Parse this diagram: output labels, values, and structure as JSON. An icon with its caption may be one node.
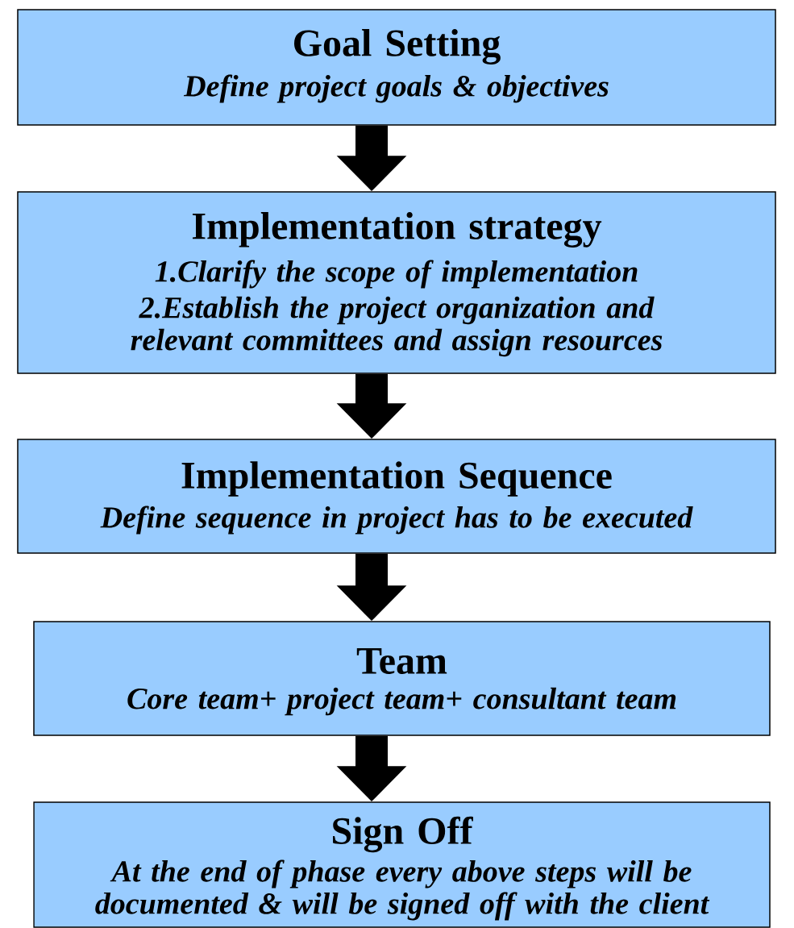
{
  "diagram": {
    "nodes": [
      {
        "text": [
          "Goal Setting",
          "Define project goals & objectives"
        ]
      },
      {
        "text": [
          "Implementation strategy",
          "1.Clarify the scope of implementation",
          "2.Establish the project organization and relevant committees and assign resources"
        ]
      },
      {
        "text": [
          "Implementation Sequence",
          "Define sequence in project has to be executed"
        ]
      },
      {
        "text": [
          "Team",
          "Core team+ project team+ consultant team"
        ]
      },
      {
        "text": [
          "Sign Off",
          "At the end of phase every above steps will be documented & will be signed off with the client"
        ]
      }
    ],
    "edges": [
      {
        "from": 0,
        "to": 1,
        "arrow": "to"
      },
      {
        "from": 1,
        "to": 2,
        "arrow": "to"
      },
      {
        "from": 2,
        "to": 3,
        "arrow": "to"
      },
      {
        "from": 3,
        "to": 4,
        "arrow": "to"
      }
    ]
  }
}
